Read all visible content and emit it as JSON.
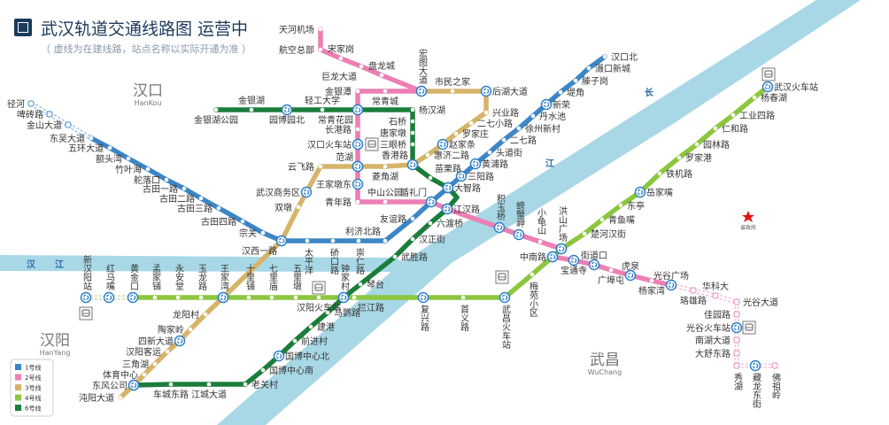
{
  "title": "武汉轨道交通线路图  运营中",
  "subtitle": "（ 虚线为在建线路，站点名称以实际开通为准 ）",
  "districts": [
    {
      "name": "汉口",
      "pinyin": "HanKou"
    },
    {
      "name": "汉阳",
      "pinyin": "HanYang"
    },
    {
      "name": "武昌",
      "pinyin": "WuChang"
    }
  ],
  "rivers": {
    "hanjiang": [
      "汉",
      "江"
    ],
    "changjiang": [
      "长",
      "江"
    ]
  },
  "landmark": "省政府",
  "legend": [
    {
      "label": "1号线",
      "color": "#3d86c6"
    },
    {
      "label": "2号线",
      "color": "#ec7fb3"
    },
    {
      "label": "3号线",
      "color": "#d5b46a"
    },
    {
      "label": "4号线",
      "color": "#8cc63e"
    },
    {
      "label": "6号线",
      "color": "#1b7d3a"
    }
  ],
  "colors": {
    "river": "#a8d8e6",
    "interchange": "#2f7fc8",
    "star": "#e01010"
  },
  "lines": [
    {
      "id": "1",
      "color": "#3d86c6",
      "stations": [
        "径河",
        "啤砖路",
        "金山大道",
        "东吴大道",
        "五环大道",
        "额头湾",
        "竹叶海",
        "舵落口",
        "古田一路",
        "古田二路",
        "古田三路",
        "古田四路",
        "宗关",
        "汉西一路",
        "太平洋",
        "硚口路",
        "崇仁路",
        "利济北路",
        "友谊路",
        "循礼门",
        "大智路",
        "三阳路",
        "黄浦路",
        "头道街",
        "二七路",
        "徐州新村",
        "丹水池",
        "新荣",
        "堤角",
        "滕子岗",
        "滠口新城",
        "汉口北"
      ]
    },
    {
      "id": "2",
      "color": "#ec7fb3",
      "stations": [
        "天河机场",
        "航空总部",
        "宋家岗",
        "巨龙大道",
        "盘龙城",
        "宏图大道",
        "常青城",
        "金银潭",
        "常青花园",
        "长港路",
        "汉口火车站",
        "范湖",
        "王家墩东",
        "青年路",
        "中山公园",
        "循礼门",
        "江汉路",
        "积玉桥",
        "螃蟹岬",
        "小龟山",
        "洪山广场",
        "中南路",
        "宝通寺",
        "街道口",
        "广埠屯",
        "虎泉",
        "杨家湾",
        "光谷广场",
        "珞雄路",
        "华科大",
        "光谷大道",
        "佳园路",
        "光谷火车站",
        "南湖大道",
        "大舒东路",
        "秀湖",
        "藏龙东街",
        "佛祖岭"
      ]
    },
    {
      "id": "3",
      "color": "#d5b46a",
      "stations": [
        "宏图大道",
        "市民之家",
        "后湖大道",
        "兴业路",
        "二七小路",
        "罗家庄",
        "赵家条",
        "惠济二路",
        "香港路",
        "菱角湖",
        "范湖",
        "云飞路",
        "武汉商务区",
        "双墩",
        "汉西一路",
        "王家湾",
        "龙阳村",
        "陶家岭",
        "四新大道",
        "汉阳客运",
        "三角湖",
        "体育中心",
        "东风公司",
        "沌阳大道"
      ]
    },
    {
      "id": "4",
      "color": "#8cc63e",
      "stations": [
        "新汉阳站",
        "红马嘴",
        "黄金口",
        "孟家铺",
        "永安堂",
        "玉龙路",
        "王家湾",
        "十里铺",
        "七里庙",
        "五里墩",
        "汉阳火车站",
        "钟家村",
        "拦江路",
        "复兴路",
        "首义路",
        "武昌火车站",
        "梅苑小区",
        "中南路",
        "洪山广场",
        "楚河汉街",
        "青鱼嘴",
        "东亭",
        "岳家嘴",
        "铁机路",
        "罗家港",
        "园林路",
        "仁和路",
        "工业四路",
        "杨春湖",
        "武汉火车站"
      ]
    },
    {
      "id": "6",
      "color": "#1b7d3a",
      "stations": [
        "金银湖公园",
        "金银湖",
        "园博园北",
        "轻工大学",
        "常青花园",
        "杨汉湖",
        "石桥",
        "唐家墩",
        "三眼桥",
        "香港路",
        "苗栗路",
        "大智路",
        "江汉路",
        "六渡桥",
        "汉正街",
        "武胜路",
        "琴台",
        "钟家村",
        "马鹦路",
        "建港",
        "前进村",
        "国博中心北",
        "国博中心南",
        "老关村",
        "江城大道",
        "车城东路",
        "东风公司"
      ]
    }
  ]
}
